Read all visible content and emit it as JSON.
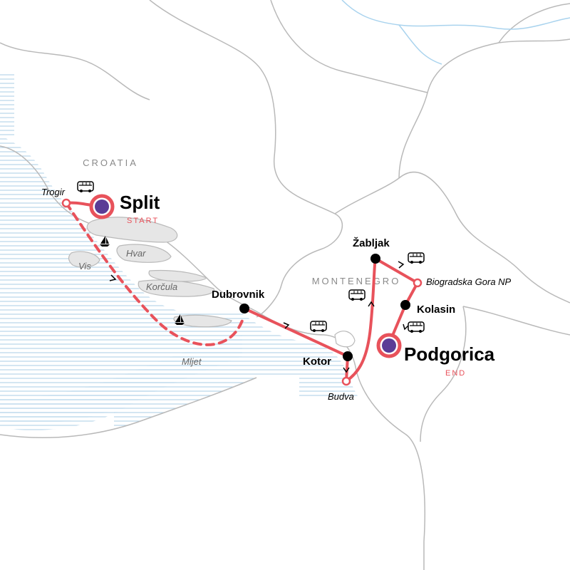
{
  "map": {
    "countries": {
      "croatia": "CROATIA",
      "montenegro": "MONTENEGRO"
    },
    "start_city": "Split",
    "start_tag": "START",
    "end_city": "Podgorica",
    "end_tag": "END",
    "stops": {
      "trogir": "Trogir",
      "dubrovnik": "Dubrovnik",
      "kotor": "Kotor",
      "budva": "Budva",
      "zabljak": "Žabljak",
      "biogradska": "Biogradska Gora NP",
      "kolasin": "Kolasin"
    },
    "islands": {
      "hvar": "Hvar",
      "vis": "Vis",
      "korcula": "Korčula",
      "mljet": "Mljet"
    },
    "transport_icons": [
      "bus-icon",
      "sailboat-icon"
    ],
    "colors": {
      "route": "#e8525b",
      "start_end_marker": "#5b3c96",
      "stop_marker": "#000000",
      "land": "#ffffff",
      "border": "#b9b9b9",
      "sea_hatch": "#b7d5ea",
      "island_fill": "#e6e6e6",
      "country_label": "#8a8a8a"
    }
  }
}
